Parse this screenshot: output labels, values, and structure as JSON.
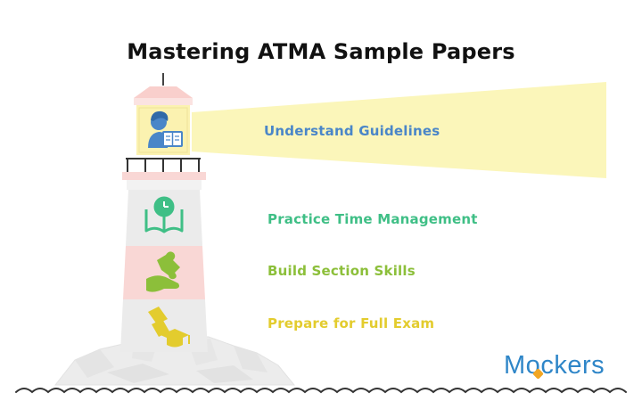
{
  "title": "Mastering ATMA Sample Papers",
  "steps": [
    {
      "label": "Understand Guidelines",
      "color": "#4a86c8",
      "icon": "person-reading-icon"
    },
    {
      "label": "Practice Time Management",
      "color": "#3fbf86",
      "icon": "clock-book-icon"
    },
    {
      "label": "Build Section Skills",
      "color": "#8cbf3a",
      "icon": "puzzle-hand-icon"
    },
    {
      "label": "Prepare for Full Exam",
      "color": "#e3cc2e",
      "icon": "graduation-books-icon"
    }
  ],
  "brand": {
    "before": "M",
    "o": "o",
    "after": "ckers",
    "color": "#2f86c8"
  },
  "colors": {
    "beam": "#fbf6ba",
    "lantern": "#fbf2b0",
    "roof": "#f9cfcc",
    "band_gray": "#ebebeb",
    "band_pink": "#f9d7d5",
    "rock": "#ececec",
    "wave": "#333333"
  }
}
